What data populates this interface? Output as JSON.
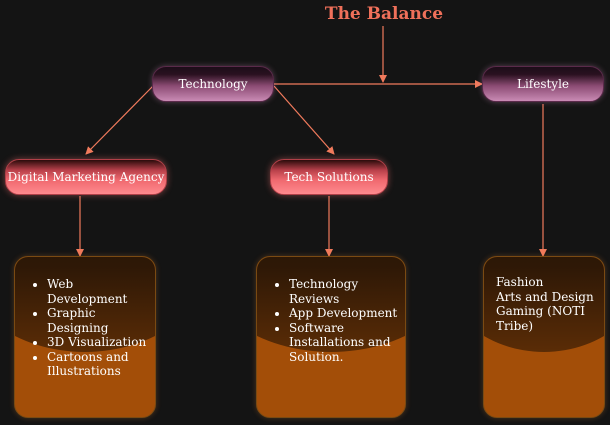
{
  "title": "The Balance",
  "nodes": {
    "technology": "Technology",
    "lifestyle": "Lifestyle",
    "digital_marketing": "Digital Marketing Agency",
    "tech_solutions": "Tech Solutions"
  },
  "boxes": {
    "digital_marketing_items": [
      "Web Development",
      "Graphic Designing",
      "3D Visualization",
      "Cartoons and Illustrations"
    ],
    "tech_solutions_items": [
      "Technology Reviews",
      "App Development",
      "Software Installations and Solution."
    ],
    "lifestyle_items": [
      "Fashion",
      "Arts and Design",
      "Gaming (NOTI Tribe)"
    ]
  },
  "colors": {
    "background": "#141414",
    "title": "#f0705a",
    "arrow": "#f07a5c",
    "purple_node": "#8a4a72",
    "red_node": "#f06a70",
    "box_fill": "#a34e08"
  }
}
